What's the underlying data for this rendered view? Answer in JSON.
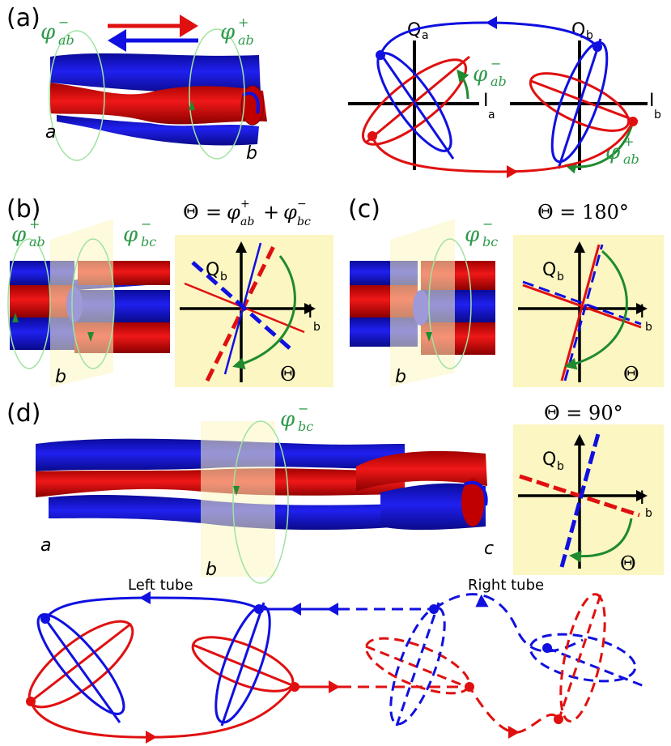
{
  "colors": {
    "blue": "#1010e0",
    "red": "#e01010",
    "green": "#1f8a2e",
    "light_green": "#9fe39f",
    "yellow": "#fbf6c2"
  },
  "panel_labels": {
    "a": "(a)",
    "b": "(b)",
    "c": "(c)",
    "d": "(d)"
  },
  "phases": {
    "phi": "φ",
    "ab": "ab",
    "bc": "bc",
    "minus": "−",
    "plus": "+"
  },
  "axes": {
    "Q": "Q",
    "I": "I",
    "sub_a": "a",
    "sub_b": "b"
  },
  "tube_labels": {
    "a": "a",
    "b": "b",
    "c": "c"
  },
  "equations": {
    "b_theta": "Θ",
    "b_eq": "=",
    "b_plus": "+",
    "c_eq": "Θ = 180°",
    "d_eq": "Θ = 90°"
  },
  "theta_symbol": "Θ",
  "captions": {
    "left": "Left tube",
    "right": "Right tube"
  }
}
